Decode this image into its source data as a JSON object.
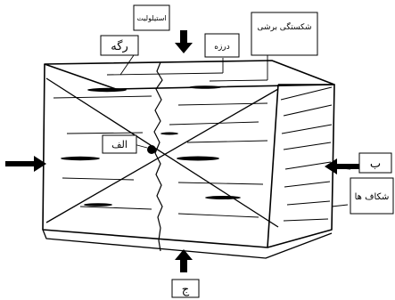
{
  "labels": {
    "rage": "رگه",
    "estilolit": "استیلولیت",
    "darzeh": "درزه",
    "shekastegi_borshi": "شکستگی برشی",
    "alef": "الف",
    "be": "ب",
    "shekaf_ha": "شکاف ها",
    "jim": "ج"
  }
}
